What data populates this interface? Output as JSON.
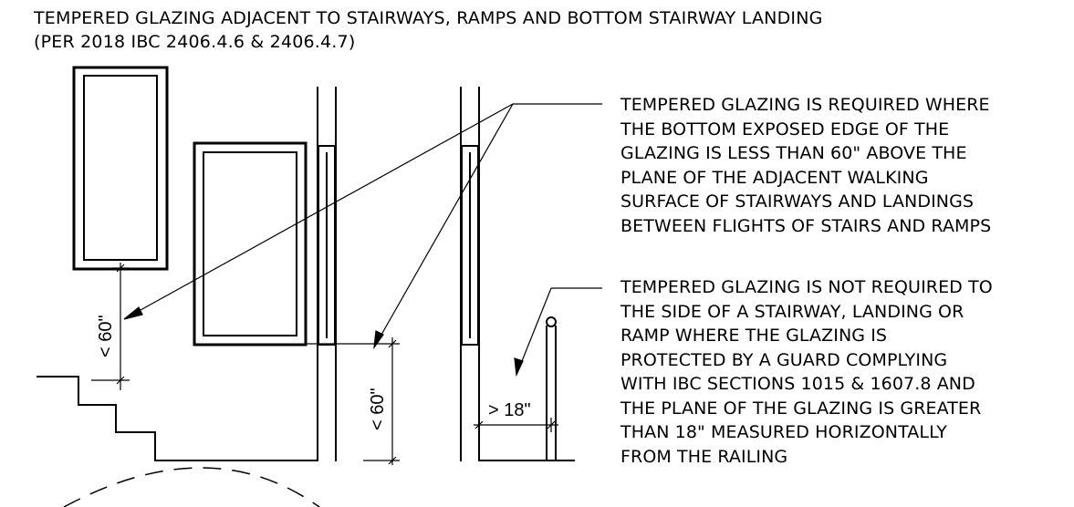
{
  "title": {
    "line1": "TEMPERED GLAZING ADJACENT TO STAIRWAYS, RAMPS AND BOTTOM STAIRWAY LANDING",
    "line2": "(PER 2018 IBC 2406.4.6 & 2406.4.7)"
  },
  "notes": {
    "required": [
      "TEMPERED GLAZING IS REQUIRED WHERE",
      "THE BOTTOM EXPOSED EDGE OF THE",
      "GLAZING IS LESS THAN 60\" ABOVE THE",
      "PLANE OF THE ADJACENT WALKING",
      "SURFACE OF STAIRWAYS AND LANDINGS",
      "BETWEEN FLIGHTS OF STAIRS AND RAMPS"
    ],
    "not_required": [
      "TEMPERED GLAZING IS NOT REQUIRED TO",
      "THE SIDE OF A STAIRWAY, LANDING OR",
      "RAMP WHERE THE GLAZING IS",
      "PROTECTED BY A GUARD COMPLYING",
      "WITH IBC SECTIONS 1015 & 1607.8 AND",
      "THE PLANE OF THE GLAZING IS GREATER",
      "THAN 18\" MEASURED HORIZONTALLY",
      "FROM THE RAILING"
    ]
  },
  "dimensions": {
    "stair_window": "< 60\"",
    "wall_window": "< 60\"",
    "guard_offset": "> 18\""
  }
}
